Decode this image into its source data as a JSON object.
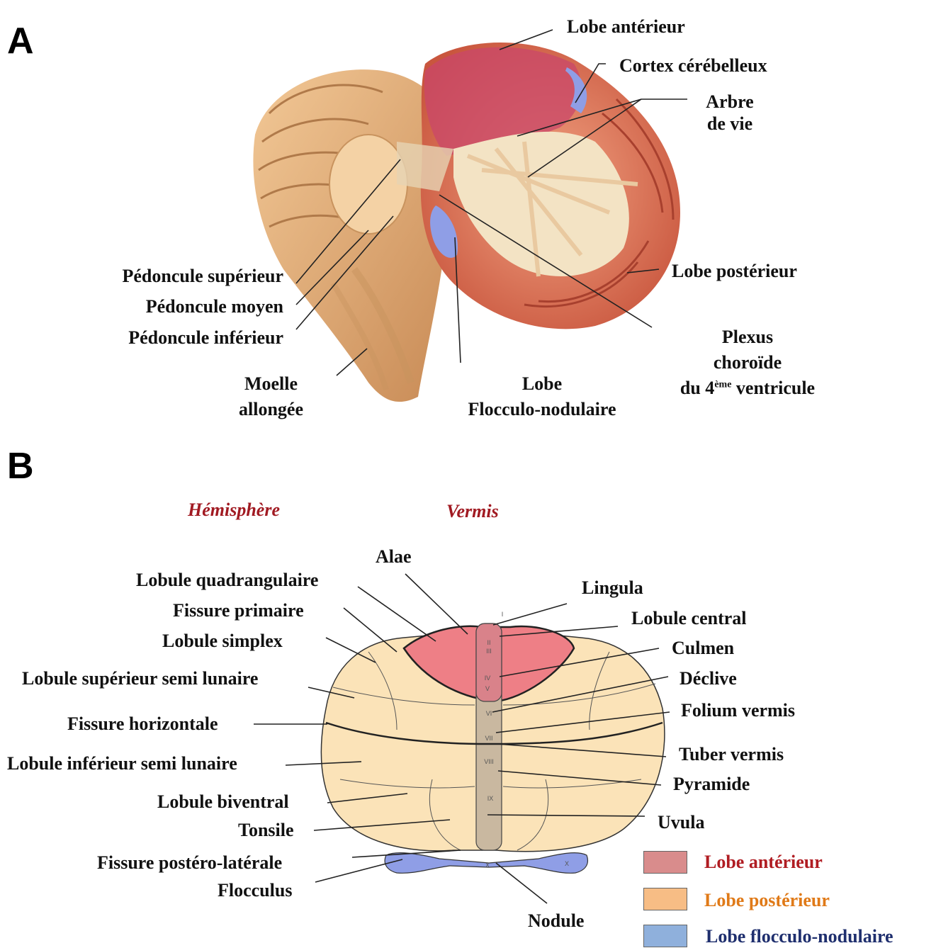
{
  "panel_a": {
    "letter": "A",
    "labels": {
      "lobe_anterieur": "Lobe antérieur",
      "cortex": "Cortex cérébelleux",
      "arbre_line1": "Arbre",
      "arbre_line2": "de vie",
      "lobe_posterieur": "Lobe postérieur",
      "plexus_line1": "Plexus",
      "plexus_line2": "choroïde",
      "plexus_line3_pre": "du 4",
      "plexus_line3_sup": "ème",
      "plexus_line3_post": " ventricule",
      "ped_sup": "Pédoncule supérieur",
      "ped_moyen": "Pédoncule moyen",
      "ped_inf": "Pédoncule inférieur",
      "moelle_line1": "Moelle",
      "moelle_line2": "allongée",
      "flocc_line1": "Lobe",
      "flocc_line2": "Flocculo-nodulaire"
    }
  },
  "panel_b": {
    "letter": "B",
    "headers": {
      "hemisphere": "Hémisphère",
      "vermis": "Vermis"
    },
    "left_labels": {
      "alae": "Alae",
      "lobule_quadrangulaire": "Lobule quadrangulaire",
      "fissure_primaire": "Fissure primaire",
      "lobule_simplex": "Lobule simplex",
      "lobule_sup_semi_lunaire": "Lobule supérieur semi lunaire",
      "fissure_horizontale": "Fissure horizontale",
      "lobule_inf_semi_lunaire": "Lobule inférieur semi lunaire",
      "lobule_biventral": "Lobule biventral",
      "tonsile": "Tonsile",
      "fissure_postero_laterale": "Fissure postéro-latérale",
      "flocculus": "Flocculus"
    },
    "right_labels": {
      "lingula": "Lingula",
      "lobule_central": "Lobule central",
      "culmen": "Culmen",
      "declive": "Déclive",
      "folium_vermis": "Folium vermis",
      "tuber_vermis": "Tuber vermis",
      "pyramide": "Pyramide",
      "uvula": "Uvula",
      "nodule": "Nodule"
    },
    "vermis_numerals": [
      "I",
      "II",
      "III",
      "IV",
      "V",
      "VI",
      "VII",
      "VIII",
      "IX",
      "X"
    ],
    "legend": [
      {
        "label": "Lobe antérieur",
        "swatch": "#d98c8c",
        "text_color": "#b01c22"
      },
      {
        "label": "Lobe postérieur",
        "swatch": "#f7bd85",
        "text_color": "#e07a18"
      },
      {
        "label": "Lobe flocculo-nodulaire",
        "swatch": "#8fb0dc",
        "text_color": "#1f2f6e"
      }
    ]
  },
  "colors": {
    "anterior_fill": "#ee7f86",
    "posterior_fill": "#fbe3b8",
    "flocculonodular_fill": "#8f9ee6",
    "vermis_fill": "#c9b8a0",
    "header_red": "#a11a22"
  }
}
